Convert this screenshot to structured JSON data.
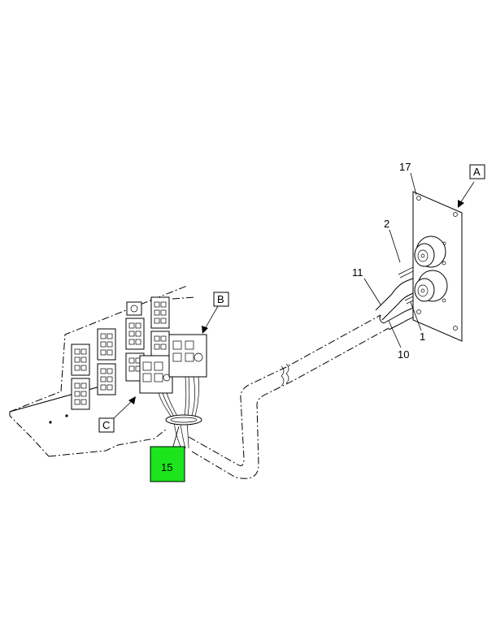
{
  "callouts": {
    "n17": "17",
    "n2": "2",
    "n11": "11",
    "n1": "1",
    "n10": "10",
    "n15": "15",
    "A": "A",
    "B": "B",
    "C": "C"
  },
  "colors": {
    "highlight": "#1de51d",
    "line": "#000000",
    "background": "#ffffff"
  }
}
